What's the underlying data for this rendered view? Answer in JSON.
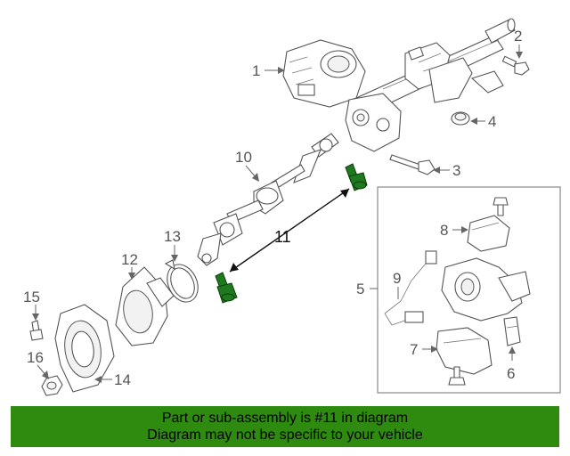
{
  "diagram": {
    "callouts": [
      {
        "id": "1",
        "label": "1"
      },
      {
        "id": "2",
        "label": "2"
      },
      {
        "id": "3",
        "label": "3"
      },
      {
        "id": "4",
        "label": "4"
      },
      {
        "id": "5",
        "label": "5"
      },
      {
        "id": "6",
        "label": "6"
      },
      {
        "id": "7",
        "label": "7"
      },
      {
        "id": "8",
        "label": "8"
      },
      {
        "id": "9",
        "label": "9"
      },
      {
        "id": "10",
        "label": "10"
      },
      {
        "id": "11",
        "label": "11"
      },
      {
        "id": "12",
        "label": "12"
      },
      {
        "id": "13",
        "label": "13"
      },
      {
        "id": "14",
        "label": "14"
      },
      {
        "id": "15",
        "label": "15"
      },
      {
        "id": "16",
        "label": "16"
      }
    ],
    "highlight_color": "#1e7a1e"
  },
  "banner": {
    "line1": "Part or sub-assembly is #11 in diagram",
    "line2": "Diagram may not be specific to your vehicle",
    "background": "#2e8b10"
  }
}
